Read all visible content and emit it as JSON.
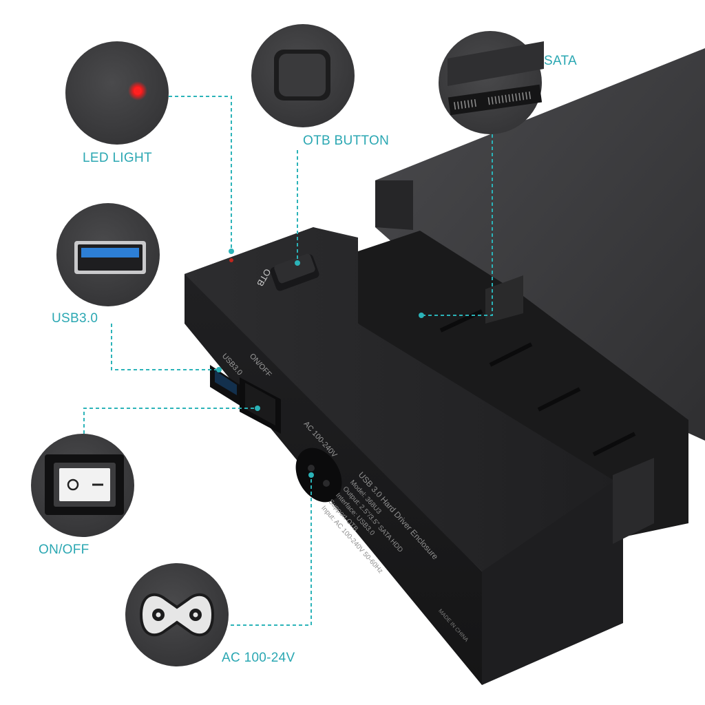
{
  "colors": {
    "accent": "#2bb3b8",
    "label": "#2aa7b2",
    "bubble_dark": "#3d3d3f",
    "enclosure_top": "#3a3a3c",
    "enclosure_side": "#28282a",
    "led": "#ff1a1a"
  },
  "callouts": {
    "led": {
      "label": "LED LIGHT",
      "icon": "led-dot-icon"
    },
    "otb": {
      "label": "OTB BUTTON",
      "icon": "push-button-icon"
    },
    "sata": {
      "label": "SATA",
      "icon": "sata-connector-icon"
    },
    "usb": {
      "label": "USB3.0",
      "icon": "usb-port-icon"
    },
    "onoff": {
      "label": "ON/OFF",
      "icon": "rocker-switch-icon"
    },
    "ac": {
      "label": "AC 100-24V",
      "icon": "power-socket-icon"
    }
  },
  "device": {
    "button_label": "OTB",
    "usb_label": "USB3.0",
    "switch_label": "ON/OFF",
    "ac_label": "AC 100-240V",
    "spec_title": "USB 3.0 Hard Driver Enclosure",
    "spec_lines": [
      "Model: 368U3",
      "Output: 2.5\"/3.5\" SATA HDD",
      "Interface: USB3.0",
      "Support OTB",
      "Input: AC 100-240V 50-60Hz"
    ],
    "made_in": "MADE IN CHINA"
  }
}
